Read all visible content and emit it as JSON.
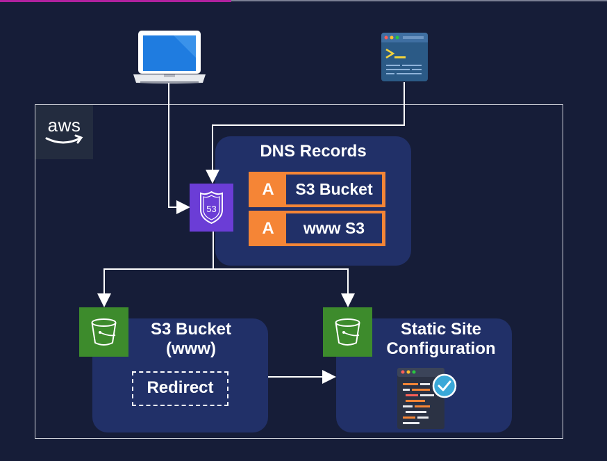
{
  "aws": {
    "logo_text": "aws"
  },
  "dns": {
    "title": "DNS Records",
    "records": [
      {
        "type": "A",
        "target": "S3 Bucket"
      },
      {
        "type": "A",
        "target": "www S3"
      }
    ]
  },
  "route53": {
    "label": "53"
  },
  "s3_www": {
    "title_line1": "S3 Bucket",
    "title_line2": "(www)",
    "redirect": "Redirect"
  },
  "static_site": {
    "title_line1": "Static Site",
    "title_line2": "Configuration"
  },
  "colors": {
    "background": "#161d38",
    "panel": "#213068",
    "record": "#f58536",
    "route53": "#6b3dd6",
    "s3": "#3d8b2c",
    "laptop_screen": "#1f7ce0",
    "check": "#3aa8d8"
  }
}
